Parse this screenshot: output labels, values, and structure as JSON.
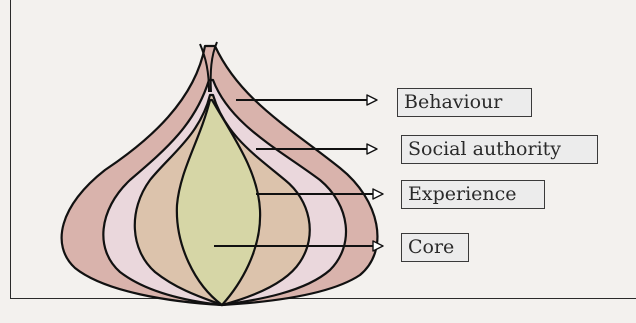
{
  "diagram": {
    "layers": [
      {
        "label": "Behaviour",
        "color": "#d9b3ac"
      },
      {
        "label": "Social authority",
        "color": "#ead7dc"
      },
      {
        "label": "Experience",
        "color": "#dcc3ac"
      },
      {
        "label": "Core",
        "color": "#d6d6a6"
      }
    ],
    "outline_color": "#111111",
    "background": "#f3f1ee"
  }
}
